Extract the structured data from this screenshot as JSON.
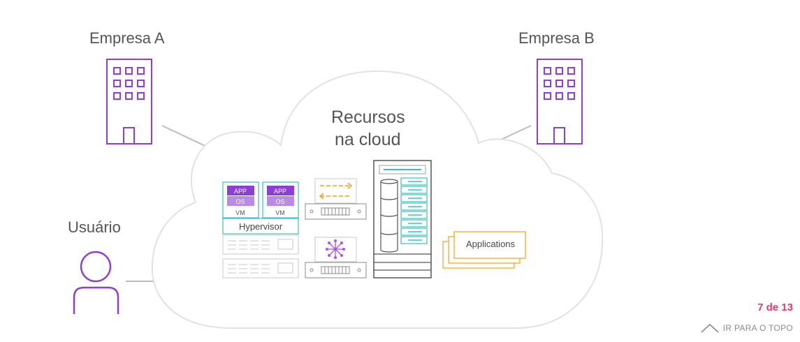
{
  "labels": {
    "empresa_a": "Empresa A",
    "empresa_b": "Empresa B",
    "usuario": "Usuário",
    "cloud_title_line1": "Recursos",
    "cloud_title_line2": "na cloud"
  },
  "vm_stack": {
    "app": "APP",
    "os": "OS",
    "vm": "VM",
    "hypervisor": "Hypervisor"
  },
  "applications_label": "Applications",
  "pagination": {
    "text": "7 de 13"
  },
  "back_to_top": {
    "label": "IR PARA O TOPO"
  },
  "colors": {
    "purple": "#8c3ed6",
    "teal": "#35c3bd",
    "orange": "#f0a21c",
    "gray_line": "#bfbfbf",
    "accent_pink": "#e63a6e"
  }
}
